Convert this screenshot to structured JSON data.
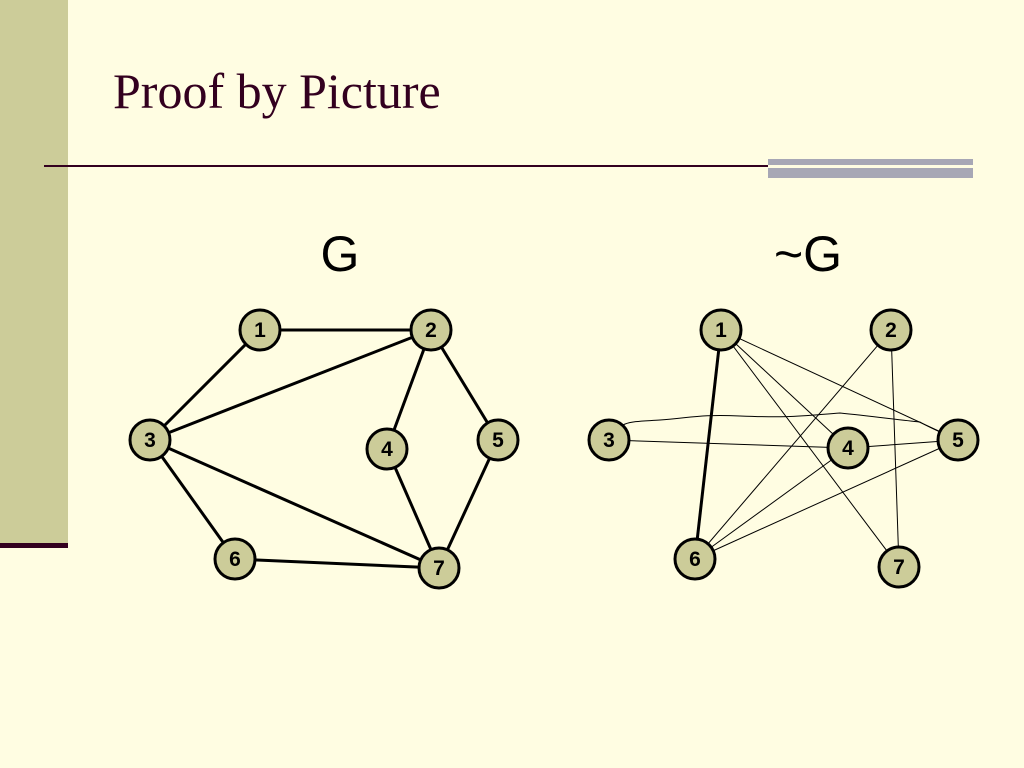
{
  "slide": {
    "title": "Proof by Picture"
  },
  "colors": {
    "background": "#FFFDE2",
    "side_bar": "#CCCC99",
    "title_text": "#33001F",
    "rule_accent": "#A7A7B5",
    "node_fill": "#CCCC99",
    "edge": "#000000"
  },
  "graphs": [
    {
      "id": "G",
      "label": "G",
      "nodes": [
        "1",
        "2",
        "3",
        "4",
        "5",
        "6",
        "7"
      ],
      "edges": [
        [
          "1",
          "2"
        ],
        [
          "1",
          "3"
        ],
        [
          "2",
          "3"
        ],
        [
          "2",
          "4"
        ],
        [
          "2",
          "5"
        ],
        [
          "3",
          "6"
        ],
        [
          "3",
          "7"
        ],
        [
          "4",
          "7"
        ],
        [
          "5",
          "7"
        ],
        [
          "6",
          "7"
        ]
      ]
    },
    {
      "id": "complement",
      "label": "~G",
      "nodes": [
        "1",
        "2",
        "3",
        "4",
        "5",
        "6",
        "7"
      ],
      "edges": [
        [
          "1",
          "4"
        ],
        [
          "1",
          "5"
        ],
        [
          "1",
          "6"
        ],
        [
          "1",
          "7"
        ],
        [
          "2",
          "6"
        ],
        [
          "2",
          "7"
        ],
        [
          "3",
          "4"
        ],
        [
          "3",
          "5"
        ],
        [
          "4",
          "5"
        ],
        [
          "4",
          "6"
        ],
        [
          "5",
          "6"
        ]
      ]
    }
  ]
}
